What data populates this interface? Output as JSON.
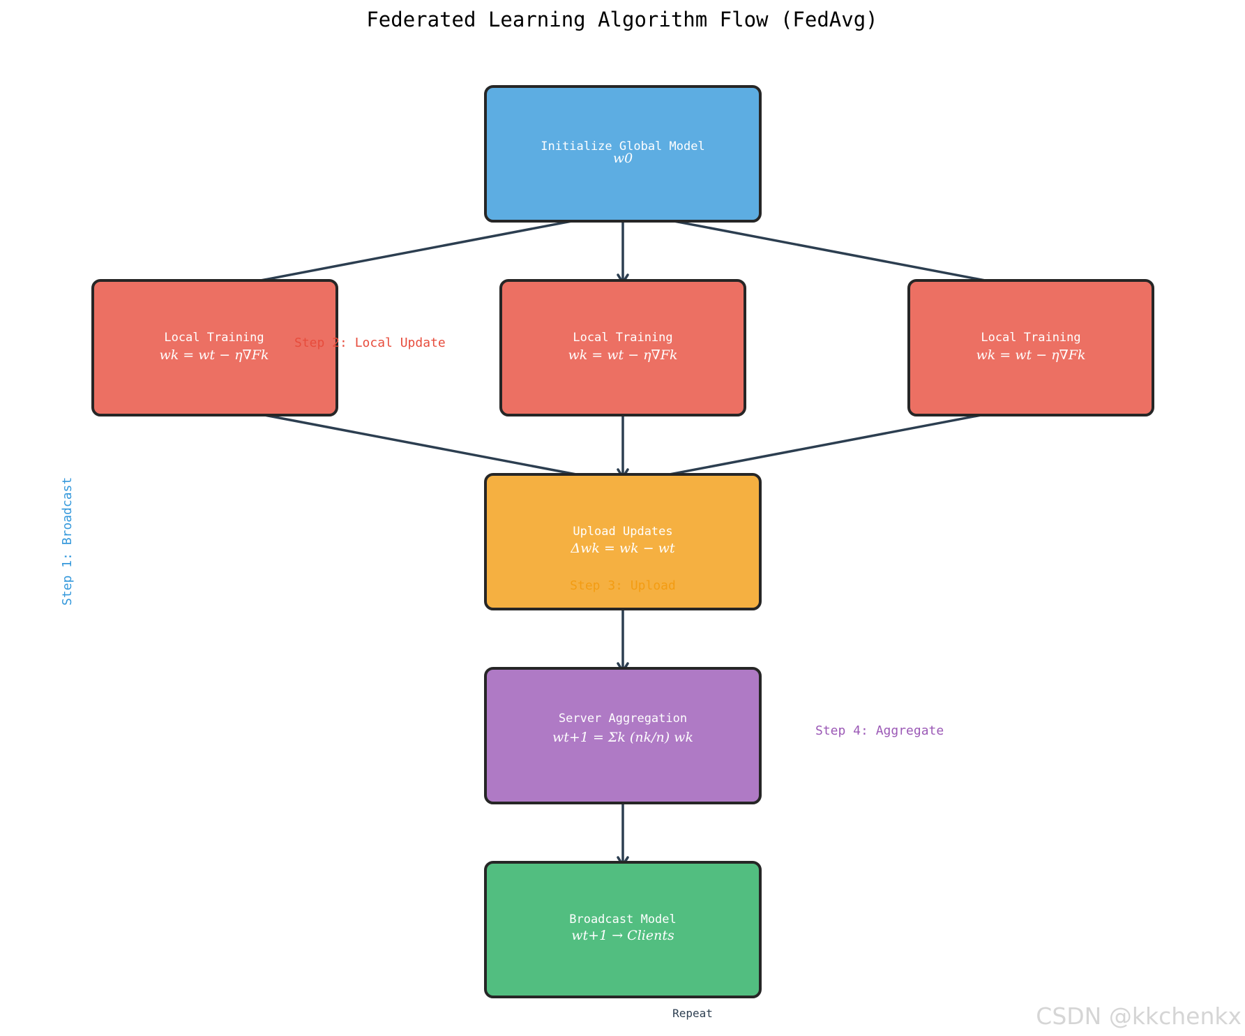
{
  "title": "Federated Learning Algorithm Flow (FedAvg)",
  "colors": {
    "init": "#5dade2",
    "local": "#ec7063",
    "upload": "#f5b041",
    "aggregate": "#af7ac5",
    "broadcast": "#52be80",
    "border": "#262626",
    "arrow": "#2c3e50"
  },
  "nodes": {
    "init": {
      "label": "Initialize Global Model",
      "formula": "w0"
    },
    "local_1": {
      "label": "Local Training",
      "formula": "wk = wt − η∇Fk"
    },
    "local_2": {
      "label": "Local Training",
      "formula": "wk = wt − η∇Fk"
    },
    "local_3": {
      "label": "Local Training",
      "formula": "wk = wt − η∇Fk"
    },
    "upload": {
      "label": "Upload Updates",
      "formula": "Δwk = wk − wt"
    },
    "aggregate": {
      "label": "Server Aggregation",
      "formula": "wt+1 = Σk (nk/n) wk"
    },
    "broadcast": {
      "label": "Broadcast Model",
      "formula": "wt+1 → Clients"
    }
  },
  "steps": {
    "step1": {
      "text": "Step 1: Broadcast",
      "color": "#3498db"
    },
    "step2": {
      "text": "Step 2: Local Update",
      "color": "#e74c3c"
    },
    "step3": {
      "text": "Step 3: Upload",
      "color": "#f39c12"
    },
    "step4": {
      "text": "Step 4: Aggregate",
      "color": "#9b59b6"
    }
  },
  "repeat_label": "Repeat",
  "watermark": "CSDN @kkchenkx"
}
